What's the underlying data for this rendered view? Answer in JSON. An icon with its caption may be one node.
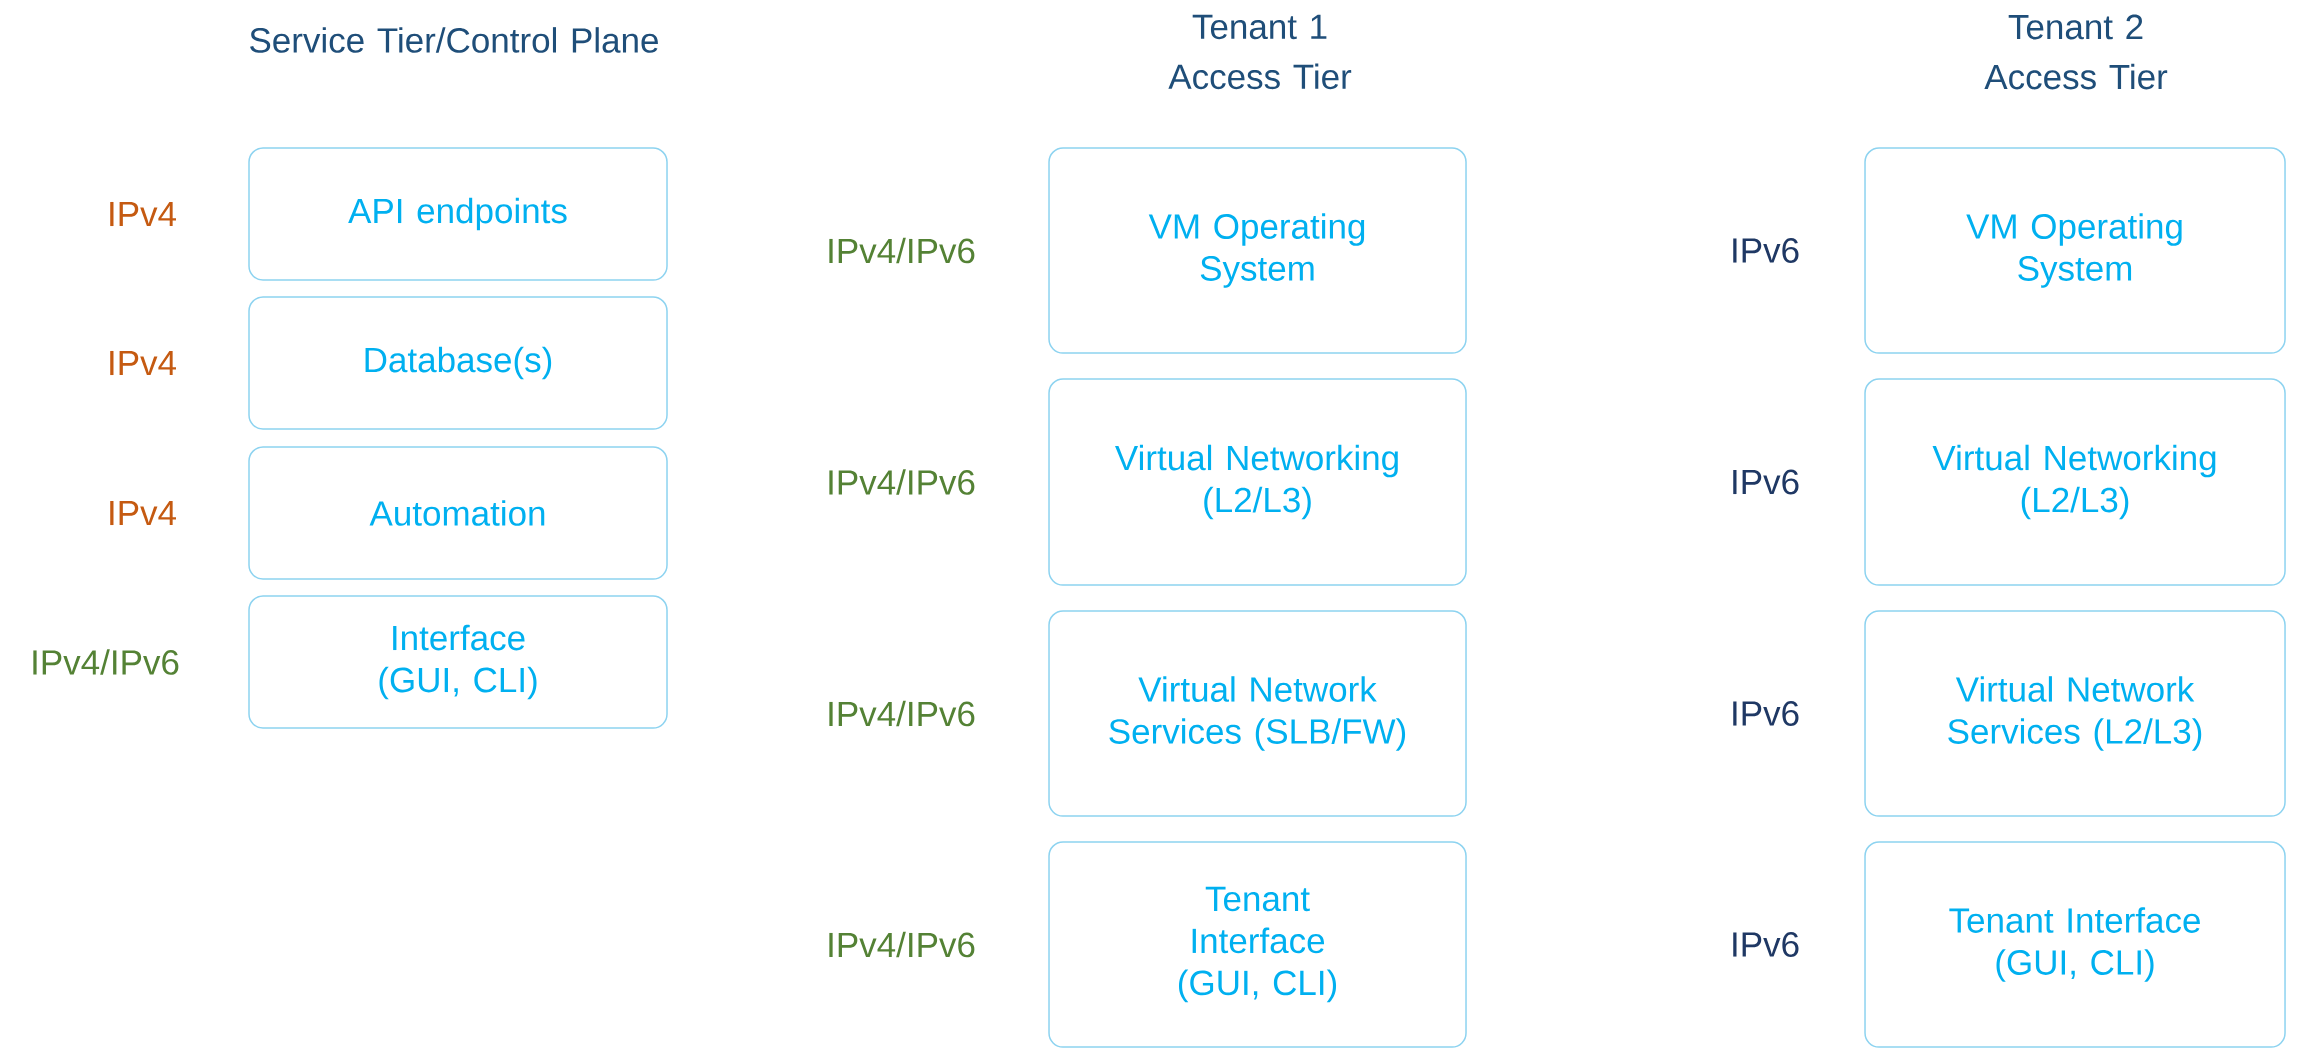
{
  "diagram": {
    "nodes": [
      {
        "text": [
          "API endpoints"
        ],
        "beside": [
          "IPv4"
        ]
      },
      {
        "text": [
          "Database(s)"
        ],
        "beside": [
          "IPv4"
        ]
      },
      {
        "text": [
          "Automation"
        ],
        "beside": [
          "IPv4"
        ]
      },
      {
        "text": [
          "Interface (GUI, CLI)"
        ],
        "beside": [
          "IPv4/IPv6"
        ]
      },
      {
        "text": [
          "VM Operating System"
        ],
        "beside": [
          "IPv4/IPv6"
        ]
      },
      {
        "text": [
          "Virtual Networking (L2/L3)"
        ],
        "beside": [
          "IPv4/IPv6"
        ]
      },
      {
        "text": [
          "Virtual Network Services (SLB/FW)"
        ],
        "beside": [
          "IPv4/IPv6"
        ]
      },
      {
        "text": [
          "Tenant Interface (GUI, CLI)"
        ],
        "beside": [
          "IPv4/IPv6"
        ]
      },
      {
        "text": [
          "VM Operating System"
        ],
        "beside": [
          "IPv6"
        ]
      },
      {
        "text": [
          "Virtual Networking (L2/L3)"
        ],
        "beside": [
          "IPv6"
        ]
      },
      {
        "text": [
          "Virtual Network Services (L2/L3)"
        ],
        "beside": [
          "IPv6"
        ]
      },
      {
        "text": [
          "Tenant Interface (GUI, CLI)"
        ],
        "beside": [
          "IPv6"
        ]
      }
    ],
    "edges": [],
    "labels": [
      "Service Tier/Control Plane",
      "Tenant 1 Access Tier",
      "Tenant 2 Access Tier"
    ]
  }
}
